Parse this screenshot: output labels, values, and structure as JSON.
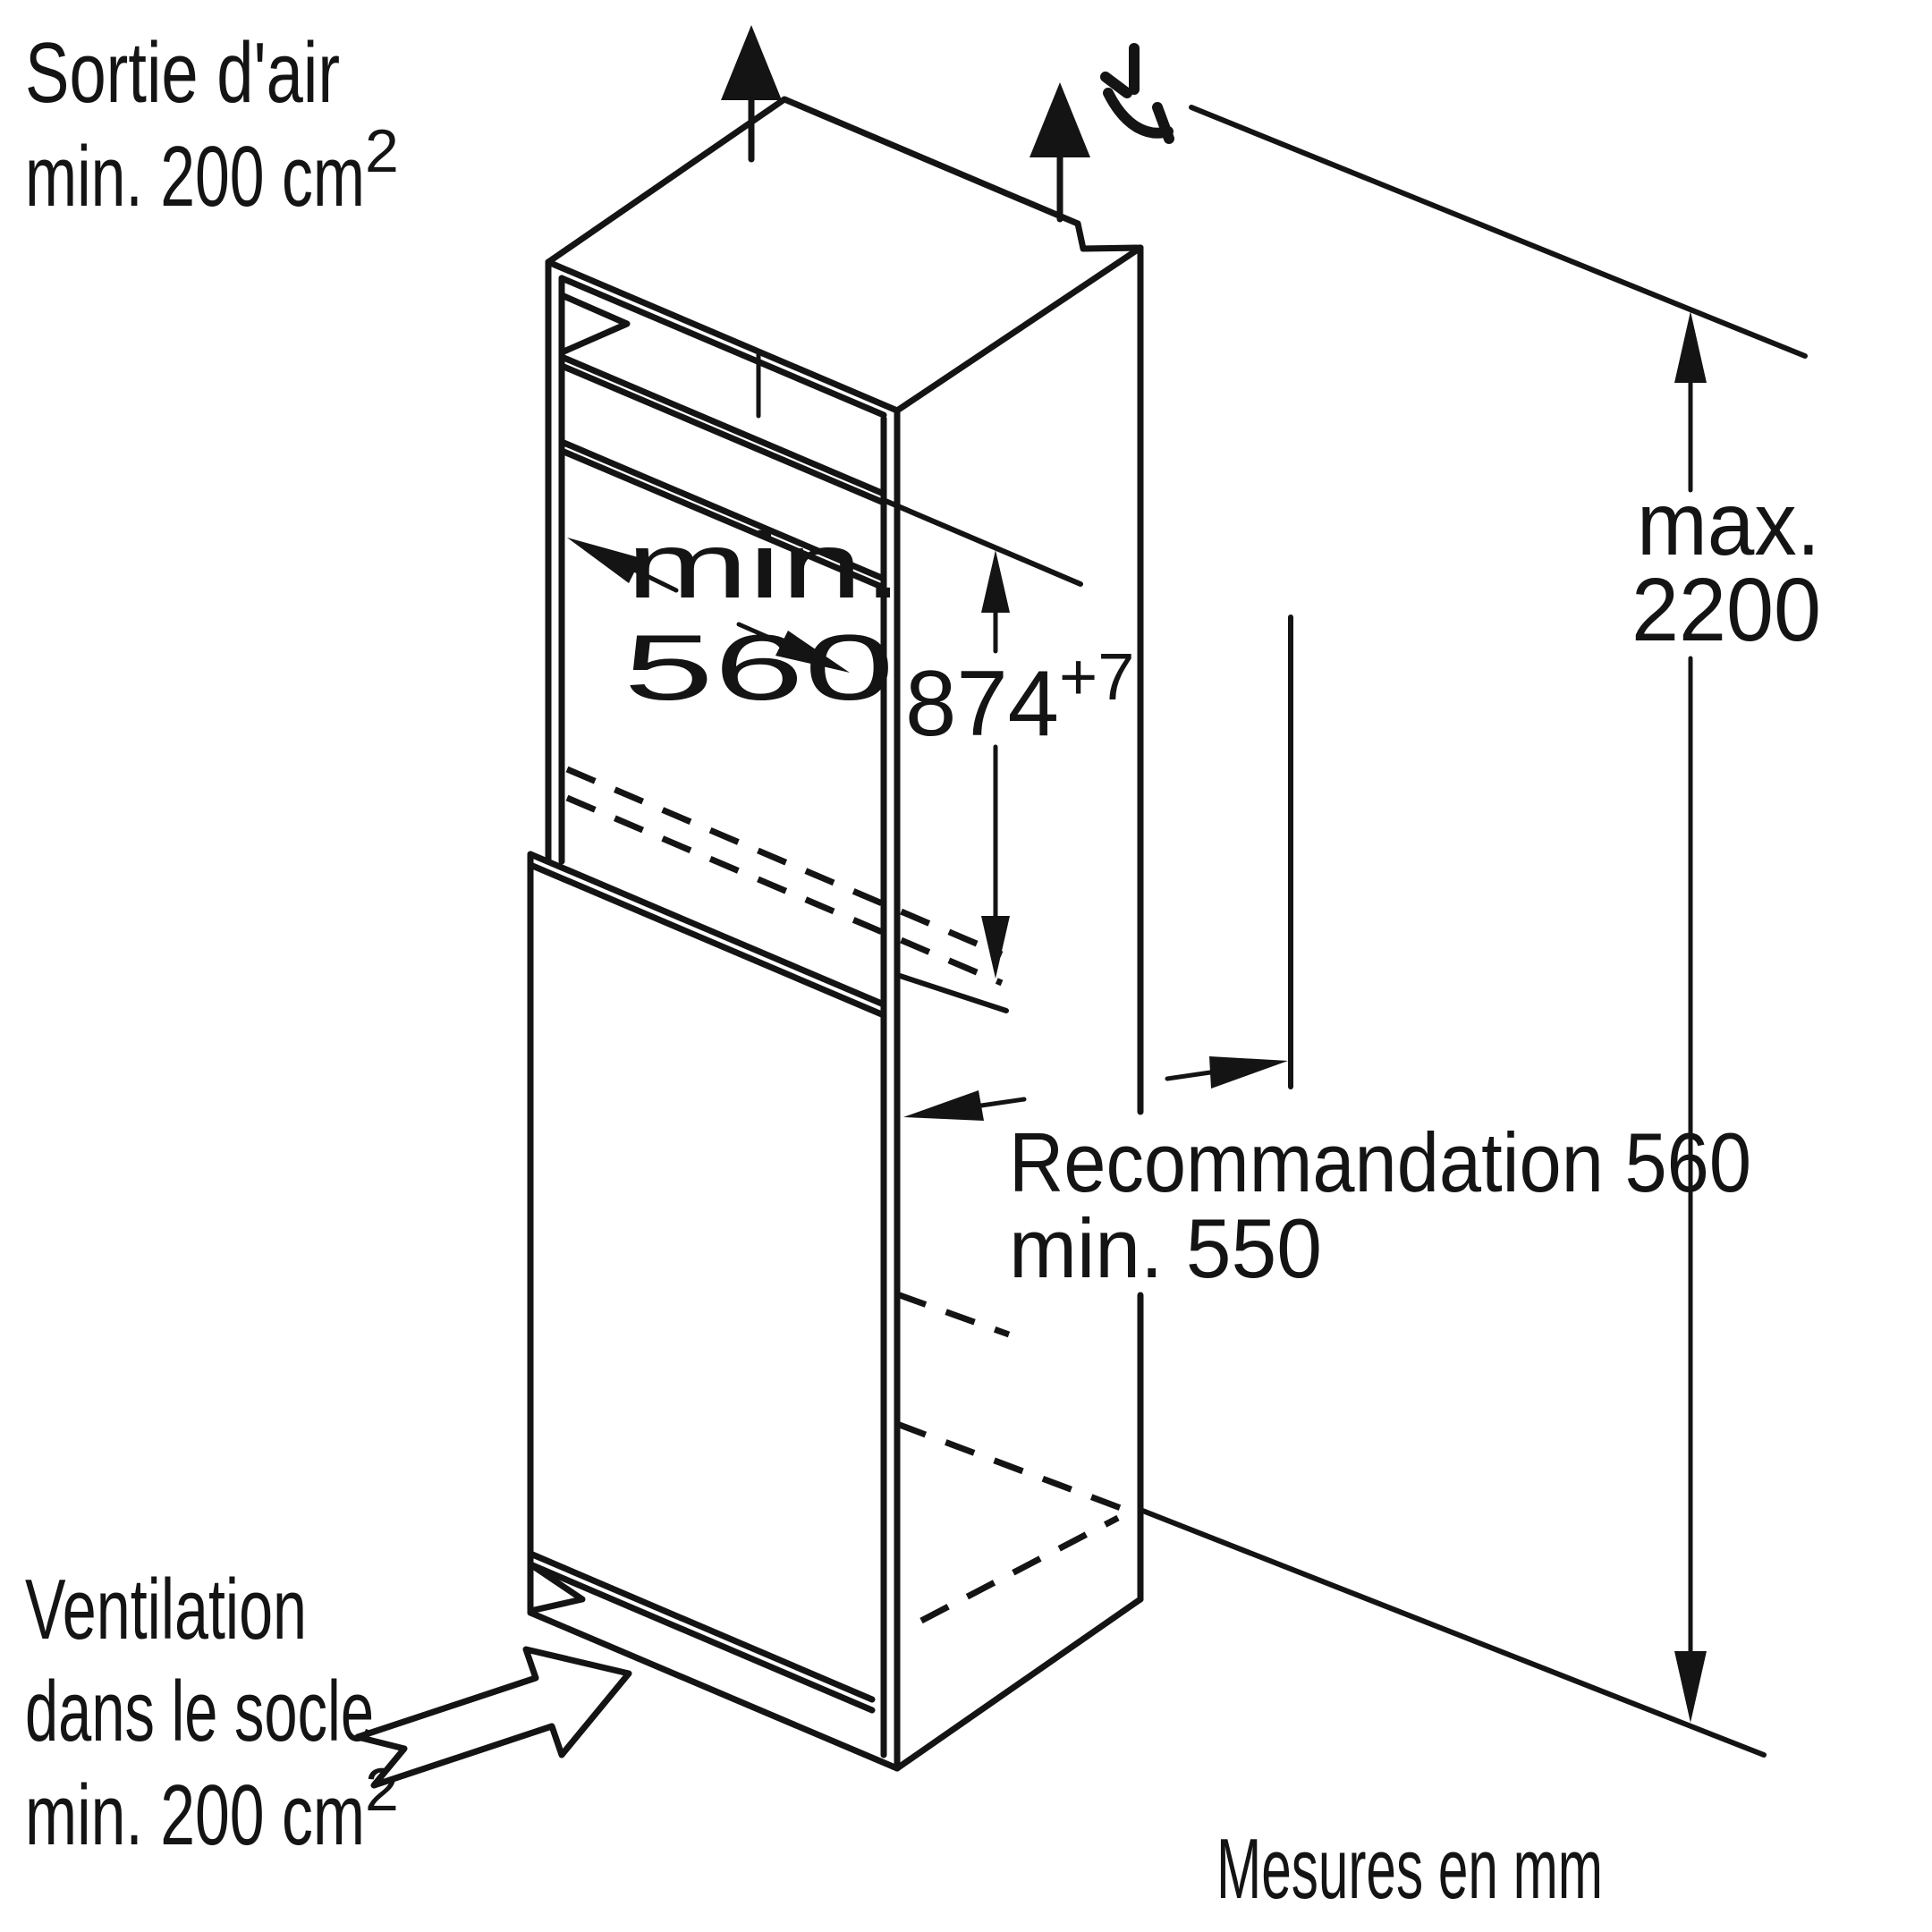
{
  "title": "Niche d'encastrement - schema d'installation",
  "colors": {
    "line": "#141414",
    "background": "#ffffff"
  },
  "labels": {
    "air_outlet": {
      "line1": "Sortie d'air",
      "line2_base": "min. 200 cm",
      "line2_sup": "2"
    },
    "niche_width": {
      "line1": "min.",
      "line2": "560"
    },
    "niche_height": {
      "value": "874",
      "tolerance": "+7"
    },
    "total_height": {
      "line1": "max.",
      "line2": "2200"
    },
    "depth": {
      "line1": "Recommandation 560",
      "line2": "min. 550"
    },
    "base_ventilation": {
      "line1": "Ventilation",
      "line2": "dans le socle",
      "line3_base": "min. 200 cm",
      "line3_sup": "2"
    },
    "footer": "Mesures en mm"
  },
  "icons": {
    "airflow_top": "up-arrow-icon",
    "mains_connection": "power-connection-icon",
    "base_airflow": "hollow-arrow-icon",
    "dimension_arrows": "dimension-arrow-icon"
  }
}
